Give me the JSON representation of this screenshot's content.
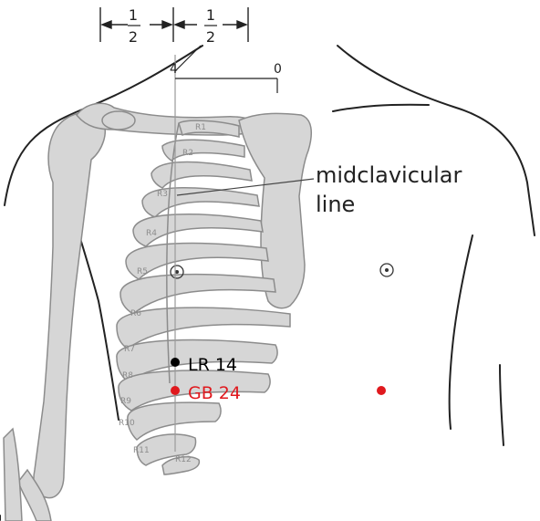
{
  "measure": {
    "left_fraction": {
      "num": "1",
      "den": "2"
    },
    "right_fraction": {
      "num": "1",
      "den": "2"
    },
    "scale_start": "4",
    "scale_end": "0"
  },
  "labels": {
    "midclavicular_line1": "midclavicular",
    "midclavicular_line2": "line"
  },
  "ribs": [
    "R1",
    "R2",
    "R3",
    "R4",
    "R5",
    "R6",
    "R7",
    "R8",
    "R9",
    "R10",
    "R11",
    "R12"
  ],
  "points": [
    {
      "name": "LR 14",
      "color": "#000000"
    },
    {
      "name": "GB 24",
      "color": "#e0191e"
    }
  ],
  "colors": {
    "bone_fill": "#d6d6d6",
    "bone_stroke": "#8c8c8c",
    "outline": "#222222",
    "accent_red": "#e0191e"
  }
}
